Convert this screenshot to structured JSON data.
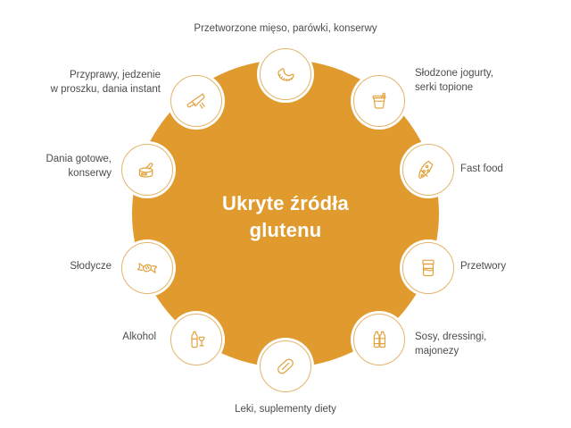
{
  "graphic": {
    "type": "circular-infographic",
    "center_title": "Ukryte źródła\nglutenu",
    "background_color": "#ffffff",
    "disc_color": "#e09a2e",
    "icon_stroke_color": "#e2a23c",
    "node_border_color": "#e4b468",
    "label_color": "#4c4c4c",
    "center_text_color": "#ffffff",
    "nodes": [
      {
        "id": "przetworzone-mieso",
        "label": "Przetworzone mięso, parówki, konserwy",
        "icon": "sausage-icon",
        "angle_deg": 90,
        "label_side": "center"
      },
      {
        "id": "slodzone-jogurty",
        "label": "Słodzone jogurty,\nserki topione",
        "icon": "yogurt-cup-icon",
        "angle_deg": 54,
        "label_side": "right"
      },
      {
        "id": "fast-food",
        "label": "Fast food",
        "icon": "pizza-slice-icon",
        "angle_deg": 18,
        "label_side": "right"
      },
      {
        "id": "przetwory",
        "label": "Przetwory",
        "icon": "jar-icon",
        "angle_deg": -18,
        "label_side": "right"
      },
      {
        "id": "sosy-dressingi",
        "label": "Sosy, dressingi,\nmajonezy",
        "icon": "sauce-bottles-icon",
        "angle_deg": -54,
        "label_side": "right"
      },
      {
        "id": "leki-suplementy",
        "label": "Leki, suplementy diety",
        "icon": "pill-icon",
        "angle_deg": -90,
        "label_side": "center"
      },
      {
        "id": "alkohol",
        "label": "Alkohol",
        "icon": "bottle-glass-icon",
        "angle_deg": -126,
        "label_side": "left"
      },
      {
        "id": "slodycze",
        "label": "Słodycze",
        "icon": "candy-icon",
        "angle_deg": -162,
        "label_side": "left"
      },
      {
        "id": "dania-gotowe",
        "label": "Dania gotowe,\nkonserwy",
        "icon": "tin-can-icon",
        "angle_deg": 162,
        "label_side": "left"
      },
      {
        "id": "przyprawy",
        "label": "Przyprawy, jedzenie\nw proszku, dania instant",
        "icon": "spice-pouch-icon",
        "angle_deg": 126,
        "label_side": "left"
      }
    ]
  }
}
